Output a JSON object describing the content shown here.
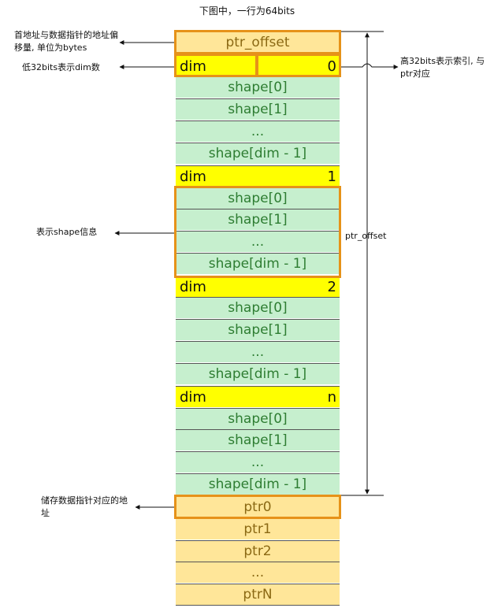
{
  "title": "下图中，一行为64bits",
  "stack": {
    "ptr_offset_label": "ptr_offset",
    "dim0": {
      "label": "dim",
      "index": "0"
    },
    "dim1": {
      "label": "dim",
      "index": "1"
    },
    "dim2": {
      "label": "dim",
      "index": "2"
    },
    "dimn": {
      "label": "dim",
      "index": "n"
    },
    "shape": [
      "shape[0]",
      "shape[1]",
      "...",
      "shape[dim - 1]"
    ],
    "ptrs": [
      "ptr0",
      "ptr1",
      "ptr2",
      "...",
      "ptrN"
    ]
  },
  "annotations": {
    "base_offset": "首地址与数据指针的地址偏移量, 单位为bytes",
    "low32": "低32bits表示dim数",
    "high32": "高32bits表示索引, 与ptr对应",
    "shape_info": "表示shape信息",
    "ptr_store": "储存数据指针对应的地址",
    "span_label": "ptr_offset"
  },
  "colors": {
    "shape_fill": "#c6efce",
    "ptr_fill": "#ffe699",
    "dim_fill": "#ffff00",
    "highlight": "#e69219"
  }
}
